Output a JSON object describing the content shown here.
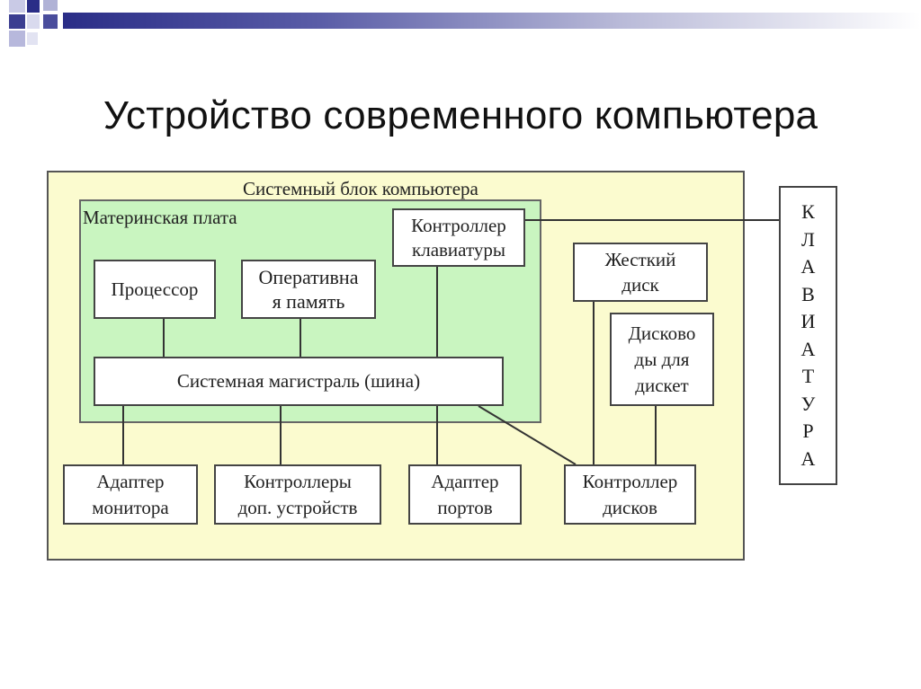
{
  "title": "Устройство современного компьютера",
  "colors": {
    "header_bar": "#2a2d87",
    "system_unit_fill": "#fbfbcf",
    "motherboard_fill": "#c9f5c0",
    "box_fill": "#ffffff"
  },
  "diagram": {
    "system_unit_label": "Системный блок компьютера",
    "motherboard_label": "Материнская плата",
    "processor": "Процессор",
    "ram": [
      "Оперативна",
      "я память"
    ],
    "keyboard_controller": [
      "Контроллер",
      "клавиатуры"
    ],
    "system_bus": "Системная магистраль (шина)",
    "hard_disk": [
      "Жесткий",
      "диск"
    ],
    "floppy_drives": [
      "Дисково",
      "ды для",
      "дискет"
    ],
    "monitor_adapter": [
      "Адаптер",
      "монитора"
    ],
    "extra_device_controllers": [
      "Контроллеры",
      "доп. устройств"
    ],
    "port_adapter": [
      "Адаптер",
      "портов"
    ],
    "disk_controller": [
      "Контроллер",
      "дисков"
    ],
    "keyboard_letters": [
      "К",
      "Л",
      "А",
      "В",
      "И",
      "А",
      "Т",
      "У",
      "Р",
      "А"
    ]
  }
}
